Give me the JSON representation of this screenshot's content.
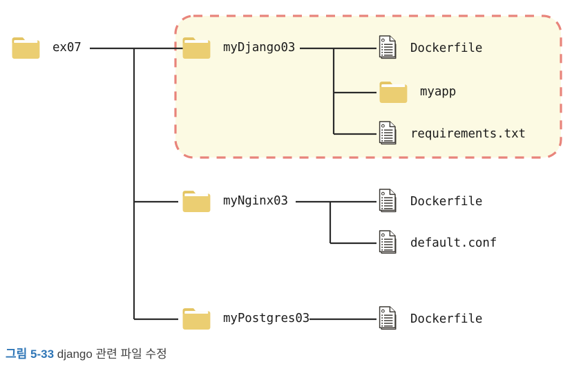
{
  "diagram": {
    "type": "directory-tree",
    "root": {
      "name": "ex07",
      "icon": "folder-icon"
    },
    "children": [
      {
        "name": "myDjango03",
        "icon": "folder-icon",
        "highlighted": true,
        "children": [
          {
            "name": "Dockerfile",
            "icon": "file-icon"
          },
          {
            "name": "myapp",
            "icon": "folder-icon"
          },
          {
            "name": "requirements.txt",
            "icon": "file-icon"
          }
        ]
      },
      {
        "name": "myNginx03",
        "icon": "folder-icon",
        "highlighted": false,
        "children": [
          {
            "name": "Dockerfile",
            "icon": "file-icon"
          },
          {
            "name": "default.conf",
            "icon": "file-icon"
          }
        ]
      },
      {
        "name": "myPostgres03",
        "icon": "folder-icon",
        "highlighted": false,
        "children": [
          {
            "name": "Dockerfile",
            "icon": "file-icon"
          }
        ]
      }
    ],
    "highlight": {
      "label": "dashed-highlight-region",
      "border_color": "#e8847b",
      "fill_color": "#fcfae3",
      "style": "dashed-rounded"
    },
    "colors": {
      "folder": "#ebce72",
      "folder_tab": "#e9cd76",
      "line": "#2a2a2a",
      "file_outline": "#3d3a35",
      "text": "#1b1b1b"
    }
  },
  "caption": {
    "figure_number": "그림 5-33",
    "text": "django 관련 파일 수정"
  }
}
